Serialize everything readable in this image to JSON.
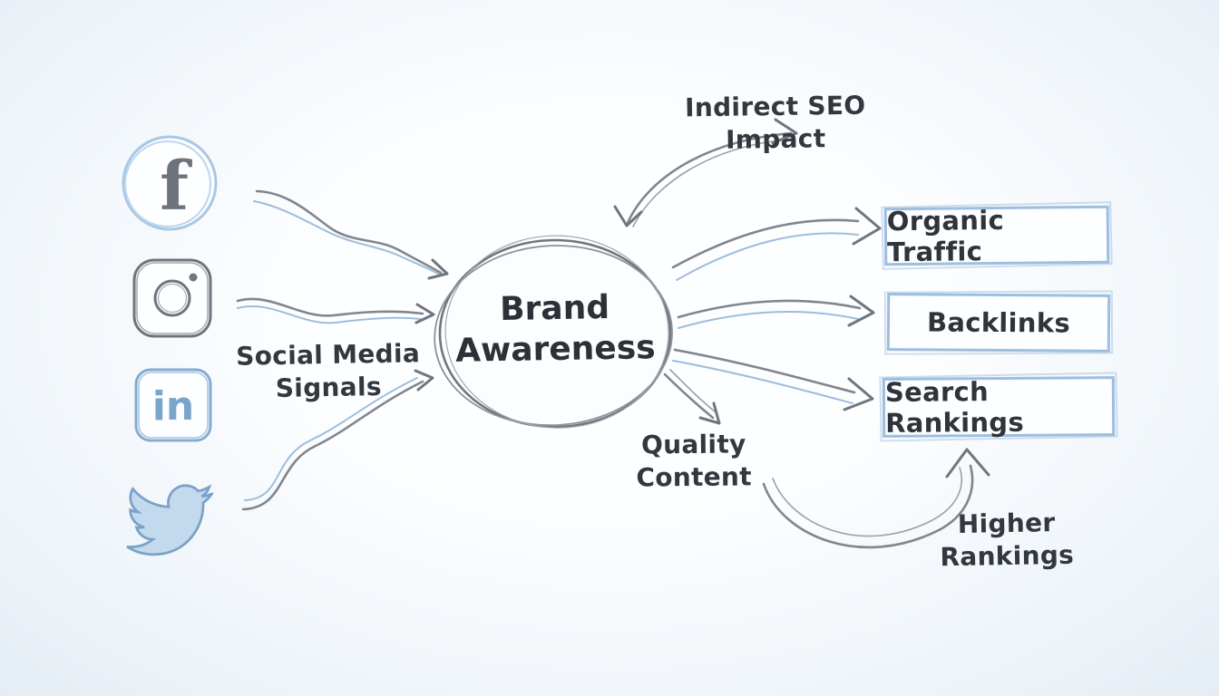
{
  "diagram": {
    "center": {
      "label": "Brand Awareness"
    },
    "labels": {
      "indirect_seo_impact": "Indirect SEO Impact",
      "social_media_signals": "Social Media Signals",
      "quality_content": "Quality Content",
      "higher_rankings": "Higher Rankings"
    },
    "social_icons": [
      {
        "name": "facebook"
      },
      {
        "name": "instagram"
      },
      {
        "name": "linkedin"
      },
      {
        "name": "twitter"
      }
    ],
    "outcomes": [
      {
        "label": "Organic Traffic"
      },
      {
        "label": "Backlinks"
      },
      {
        "label": "Search Rankings"
      }
    ],
    "linkedin_glyph": "in",
    "facebook_glyph": "f",
    "colors": {
      "sketch_gray": "#80868d",
      "sketch_blue": "#8cb2d6",
      "box_border": "#9dbede",
      "text_dark": "#2f343a",
      "background_edge": "#e4edf5"
    }
  }
}
